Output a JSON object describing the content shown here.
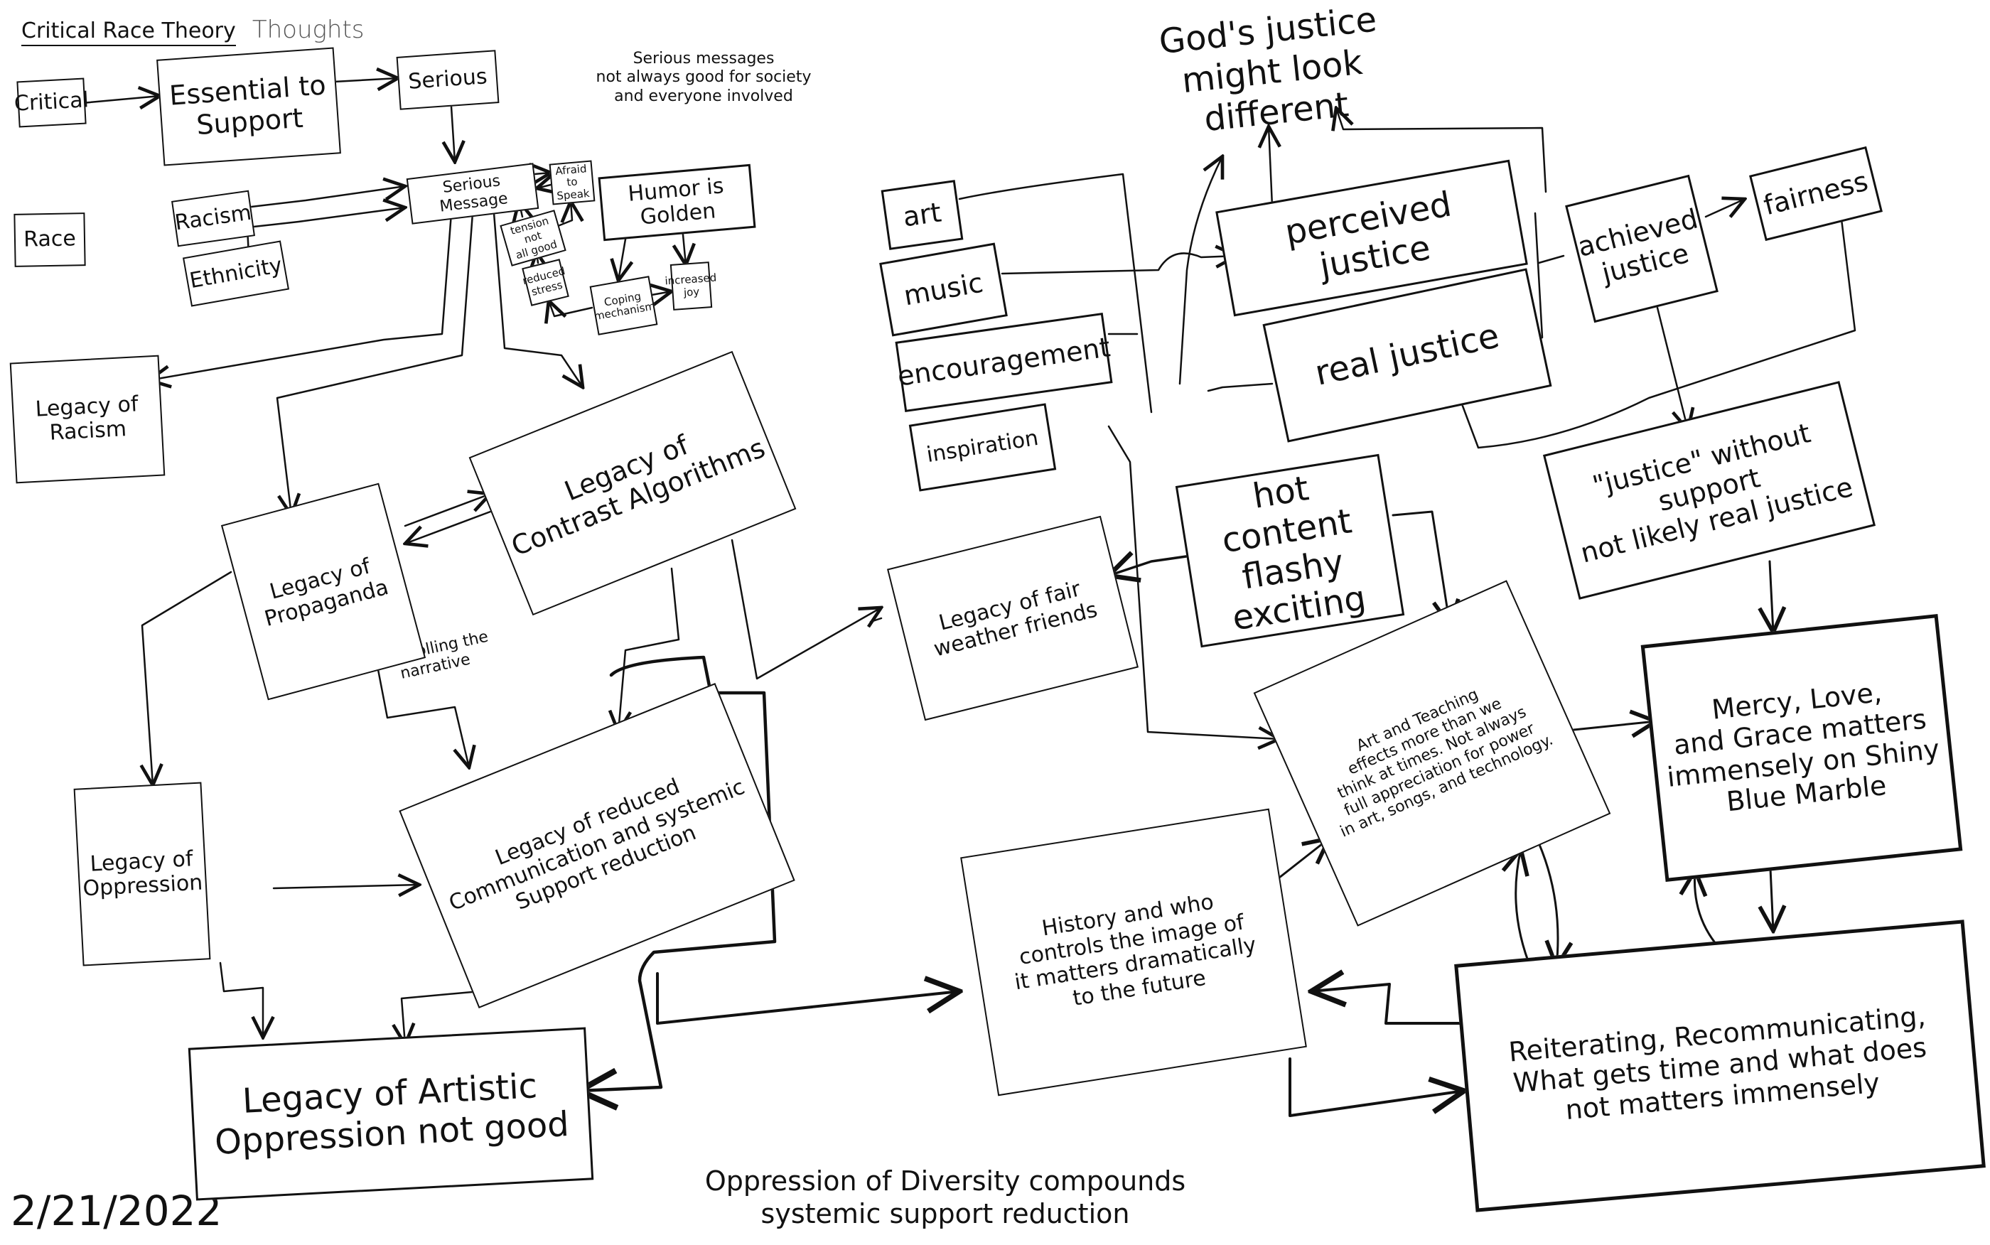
{
  "title": {
    "main": "Critical Race Theory",
    "sub": "Thoughts"
  },
  "date": "2/21/2022",
  "notes": {
    "serious_messages": "Serious messages\nnot always good for society\nand everyone involved",
    "gods_justice": "God's justice\nmight look different",
    "controlling_narrative": "Controlling the\nnarrative",
    "footer": "Oppression of Diversity compounds\nsystemic support reduction"
  },
  "nodes": {
    "critical": "Critical",
    "essential_support": "Essential to\nSupport",
    "serious": "Serious",
    "race": "Race",
    "racism": "Racism",
    "ethnicity": "Ethnicity",
    "serious_message": "Serious Message",
    "afraid_to_speak": "Afraid to\nSpeak",
    "tension": "tension not\nall good",
    "reduced_stress": "reduced\nstress",
    "humor_golden": "Humor is Golden",
    "coping": "Coping\nmechanism",
    "increased_joy": "increased\njoy",
    "legacy_racism": "Legacy of\nRacism",
    "legacy_propaganda": "Legacy of\nPropaganda",
    "legacy_contrast": "Legacy of\nContrast Algorithms",
    "legacy_oppression": "Legacy of\nOppression",
    "legacy_reduced_comm": "Legacy of reduced\nCommunication and systemic\nSupport reduction",
    "legacy_artistic": "Legacy of Artistic\nOppression not good",
    "art": "art",
    "music": "music",
    "encouragement": "encouragement",
    "inspiration": "inspiration",
    "legacy_fair_weather": "Legacy of fair\nweather friends",
    "hot_content": "hot content\nflashy\nexciting",
    "perceived_justice": "perceived justice",
    "real_justice": "real justice",
    "achieved_justice": "achieved\njustice",
    "fairness": "fairness",
    "justice_without_support": "\"justice\" without support\nnot likely real justice",
    "art_teaching": "Art and Teaching\neffects more than we\nthink at times. Not always\nfull appreciation for power\nin art, songs, and technology.",
    "history": "History and who\ncontrols the image of\nit matters dramatically\nto the future",
    "mercy_love_grace": "Mercy, Love,\nand Grace matters\nimmensely on Shiny\nBlue Marble",
    "reiterating": "Reiterating, Recommunicating,\nWhat gets time and what does\nnot matters immensely"
  },
  "colors": {
    "ink": "#111111",
    "paper": "#ffffff",
    "faded_ink": "#555555"
  }
}
